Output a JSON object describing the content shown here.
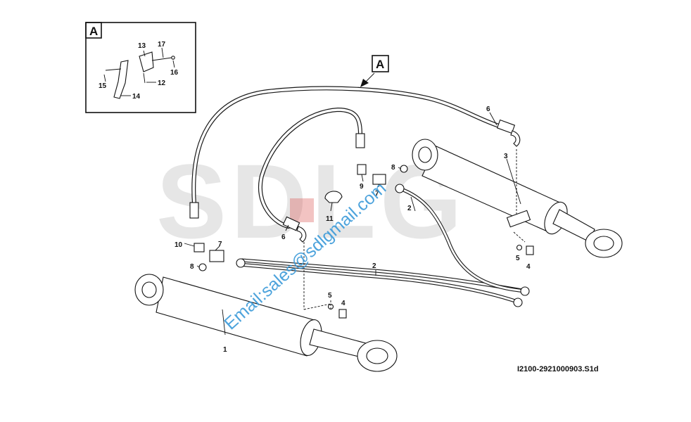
{
  "watermark": {
    "brand": "SDLG",
    "email": "Email:sales@sdlgmail.com"
  },
  "drawing_code": "I2100-2921000903.S1d",
  "detail": {
    "letter": "A",
    "callout": "A"
  },
  "callouts": {
    "c1": "1",
    "c2a": "2",
    "c2b": "2",
    "c3": "3",
    "c4a": "4",
    "c4b": "4",
    "c5a": "5",
    "c5b": "5",
    "c6a": "6",
    "c6b": "6",
    "c7a": "7",
    "c7b": "7",
    "c8a": "8",
    "c8b": "8",
    "c9": "9",
    "c10": "10",
    "c11": "11",
    "c12": "12",
    "c13": "13",
    "c14": "14",
    "c15": "15",
    "c16": "16",
    "c17": "17"
  },
  "colors": {
    "ink": "#111111",
    "watermark_grey": "#e6e6e6",
    "watermark_red": "#d9534f",
    "email_blue": "#3a9ad9"
  }
}
